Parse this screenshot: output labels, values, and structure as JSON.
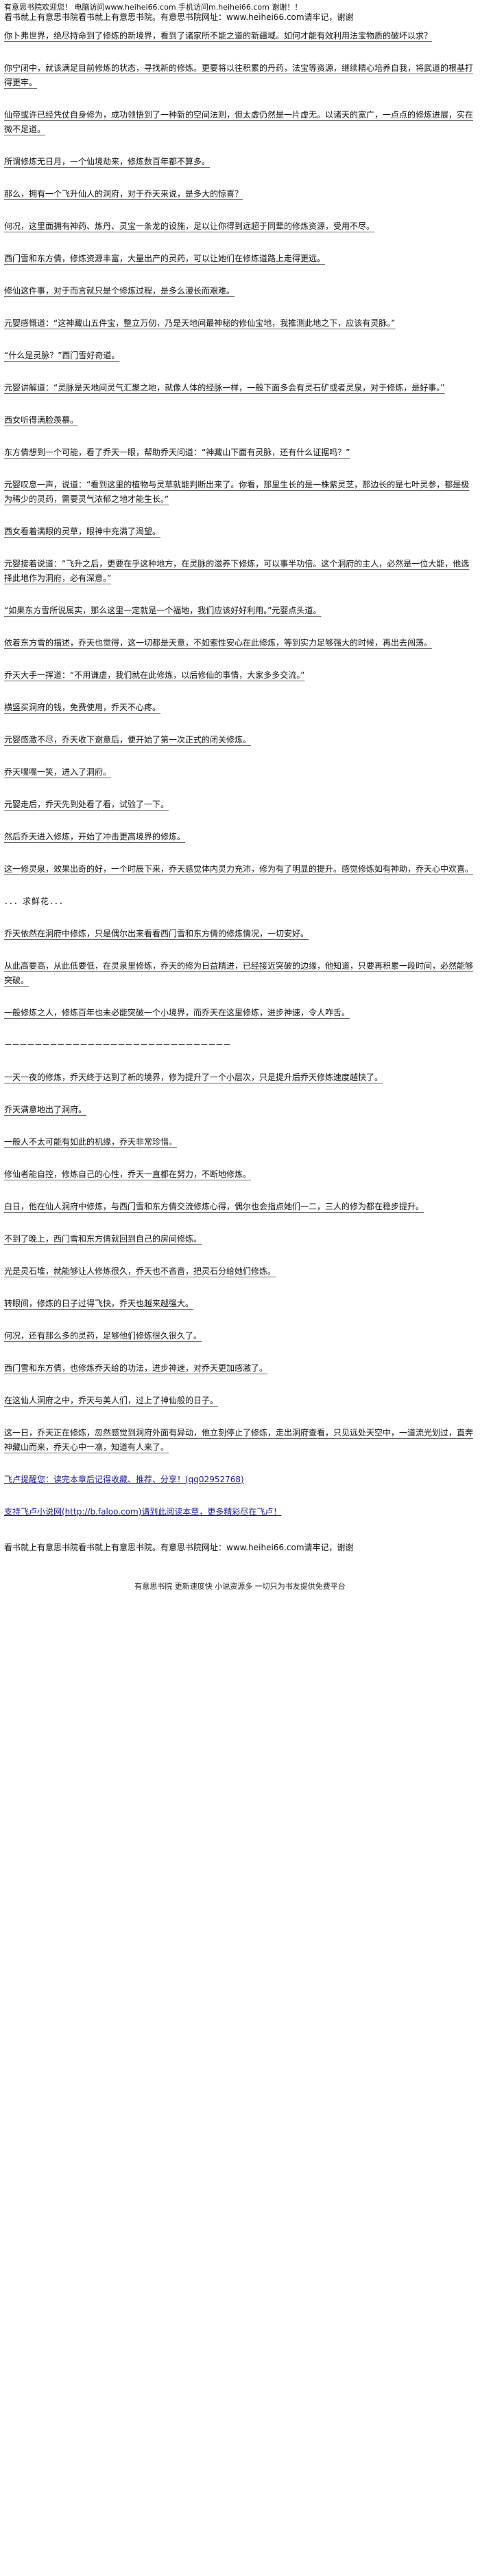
{
  "header": {
    "line1": "有意思书院欢迎您！ 电脑访问www.heihei66.com 手机访问m.heihei66.com 谢谢！！",
    "line2": "看书就上有意思书院看书就上有意思书院。有意思书院网址：www.heihei66.com请牢记，谢谢"
  },
  "paragraphs": [
    "你卜弗世界，绝尽持命到了修炼的新境界，看到了诸家所不能之道的新疆域。如何才能有效利用法宝物质的破坏以求？",
    "你宁闭中，就该满足目前修炼的状态，寻找新的修炼。更要将以往积累的丹药，法宝等资源，继续精心培养自我，将武道的根基打得更牢。",
    "仙帝或许已经凭仗自身修为，成功领悟到了一种新的空间法则，但太虚仍然是一片虚无。以诸天的宽广，一点点的修炼进展，实在微不足道。",
    "所谓修炼无日月，一个仙境劫来，修炼数百年都不算多。",
    "那么，拥有一个飞升仙人的洞府，对于乔天来说，是多大的惊喜？",
    "何况，这里面拥有神药、炼丹、灵宝一条龙的设施，足以让你得到远超于同辈的修炼资源，受用不尽。",
    "西门雪和东方倩，修炼资源丰富，大量出产的灵药，可以让她们在修炼道路上走得更远。",
    "修仙这件事，对于而言就只是个修炼过程，是多么漫长而艰难。",
    "元婴感慨道：“这神藏山五件宝，整立万仞，乃是天地间最神秘的修仙宝地，我推测此地之下，应该有灵脉。”",
    "“什么是灵脉？”西门雪好奇道。",
    "元婴讲解道：“灵脉是天地间灵气汇聚之地，就像人体的经脉一样，一般下面多会有灵石矿或者灵泉，对于修炼，是好事。”",
    "西女听得满脸羡慕。",
    "东方倩想到一个可能，看了乔天一眼，帮助乔天问道：“神藏山下面有灵脉，还有什么证据吗？”",
    "元婴叹息一声，说道：“看到这里的植物与灵草就能判断出来了。你看，那里生长的是一株紫灵芝，那边长的是七叶灵参，都是极为稀少的灵药，需要灵气浓郁之地才能生长。”",
    "西女看着满眼的灵草，眼神中充满了渴望。",
    "元婴接着说道：“飞升之后，更要在乎这种地方，在灵脉的滋养下修炼，可以事半功倍。这个洞府的主人，必然是一位大能，他选择此地作为洞府，必有深意。”",
    "“如果东方雪所说属实，那么这里一定就是一个福地，我们应该好好利用。”元婴点头道。",
    "依着东方雪的描述，乔天也觉得，这一切都是天意，不如索性安心在此修炼，等到实力足够强大的时候，再出去闯荡。",
    "乔天大手一挥道：“不用谦虚，我们就在此修炼，以后修仙的事情，大家多多交流。”",
    "横竖买洞府的钱，免费使用，乔天不心疼。",
    "元婴感激不尽，乔天收下谢意后，便开始了第一次正式的闭关修炼。",
    "乔天嘿嘿一笑，进入了洞府。",
    "元婴走后，乔天先到处看了看，试验了一下。",
    "然后乔天进入修炼，开始了冲击更高境界的修炼。",
    "这一修灵泉，效果出奇的好，一个时辰下来，乔天感觉体内灵力充沛，修为有了明显的提升。感觉修炼如有神助，乔天心中欢喜。"
  ],
  "divider1": "．．．求鲜花．．．",
  "paragraphs2": [
    "乔天依然在洞府中修炼，只是偶尔出来看看西门雪和东方倩的修炼情况，一切安好。",
    "从此高要高，从此低要低，在灵泉里修炼，乔天的修为日益精进，已经接近突破的边缘，他知道，只要再积累一段时间，必然能够突破。",
    "一般修炼之人，修炼百年也未必能突破一个小境界，而乔天在这里修炼，进步神速，令人咋舌。"
  ],
  "rule1": "－－－－－－－－－－－－－－－－－－－－－－－－－－－－－－",
  "paragraphs3": [
    "一天一夜的修炼，乔天终于达到了新的境界，修为提升了一个小层次，只是提升后乔天修炼速度越快了。",
    "乔天满意地出了洞府。",
    "一般人不太可能有如此的机缘，乔天非常珍惜。",
    "修仙者能自控，修炼自己的心性，乔天一直都在努力，不断地修炼。",
    "白日，他在仙人洞府中修炼，与西门雪和东方倩交流修炼心得，偶尔也会指点她们一二，三人的修为都在稳步提升。",
    "不到了晚上，西门雪和东方倩就回到自己的房间修炼。",
    "光是灵石堆，就能够让人修炼很久，乔天也不吝啬，把灵石分给她们修炼。",
    "转眼间，修炼的日子过得飞快，乔天也越来越强大。",
    "何况，还有那么多的灵药，足够他们修炼很久很久了。",
    "西门雪和东方倩，也修炼乔天给的功法，进步神速，对乔天更加感激了。",
    "在这仙人洞府之中，乔天与美人们，过上了神仙般的日子。",
    "这一日，乔天正在修炼，忽然感觉到洞府外面有异动，他立刻停止了修炼，走出洞府查看，只见远处天空中，一道流光划过，直奔神藏山而来，乔天心中一凛，知道有人来了。"
  ],
  "links": [
    "飞卢提醒您：读完本章后记得收藏、推荐、分享！(qq02952768)",
    "支持飞卢小说网(http://b.faloo.com)请到此阅读本章，更多精彩尽在飞卢！"
  ],
  "footer": {
    "line1": "看书就上有意思书院看书就上有意思书院。有意思书院网址：www.heihei66.com请牢记，谢谢",
    "note": "有意思书院 更新速度快 小说资源多 一切只为书友提供免费平台"
  }
}
